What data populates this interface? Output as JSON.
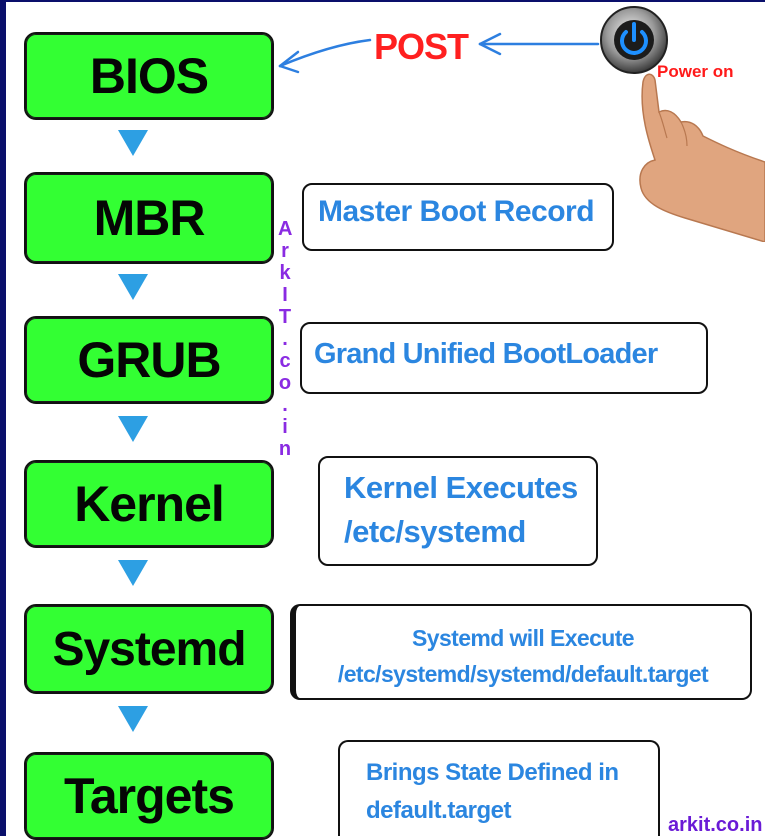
{
  "colors": {
    "stage_fill": "#33ff33",
    "arrow": "#2d9fe3",
    "note_text": "#2b86e0",
    "post_text": "#ff2020",
    "watermark": "#8a2be2"
  },
  "stages": [
    {
      "label": "BIOS"
    },
    {
      "label": "MBR"
    },
    {
      "label": "GRUB"
    },
    {
      "label": "Kernel"
    },
    {
      "label": "Systemd"
    },
    {
      "label": "Targets"
    }
  ],
  "notes": {
    "mbr": "Master Boot Record",
    "grub": "Grand Unified BootLoader",
    "kernel_line1": "Kernel Executes",
    "kernel_line2": "/etc/systemd",
    "systemd_line1": "Systemd will Execute",
    "systemd_line2": "/etc/systemd/systemd/default.target",
    "targets_line1": "Brings State Defined in",
    "targets_line2": "default.target"
  },
  "post_label": "POST",
  "power_on_label": "Power on",
  "power_icon": "power-button-icon",
  "hand_icon": "pointing-hand-icon",
  "watermark_vertical": [
    "A",
    "r",
    "k",
    "I",
    "T",
    ".",
    "c",
    "o",
    ".",
    "i",
    "n"
  ],
  "footer_credit": "arkit.co.in"
}
